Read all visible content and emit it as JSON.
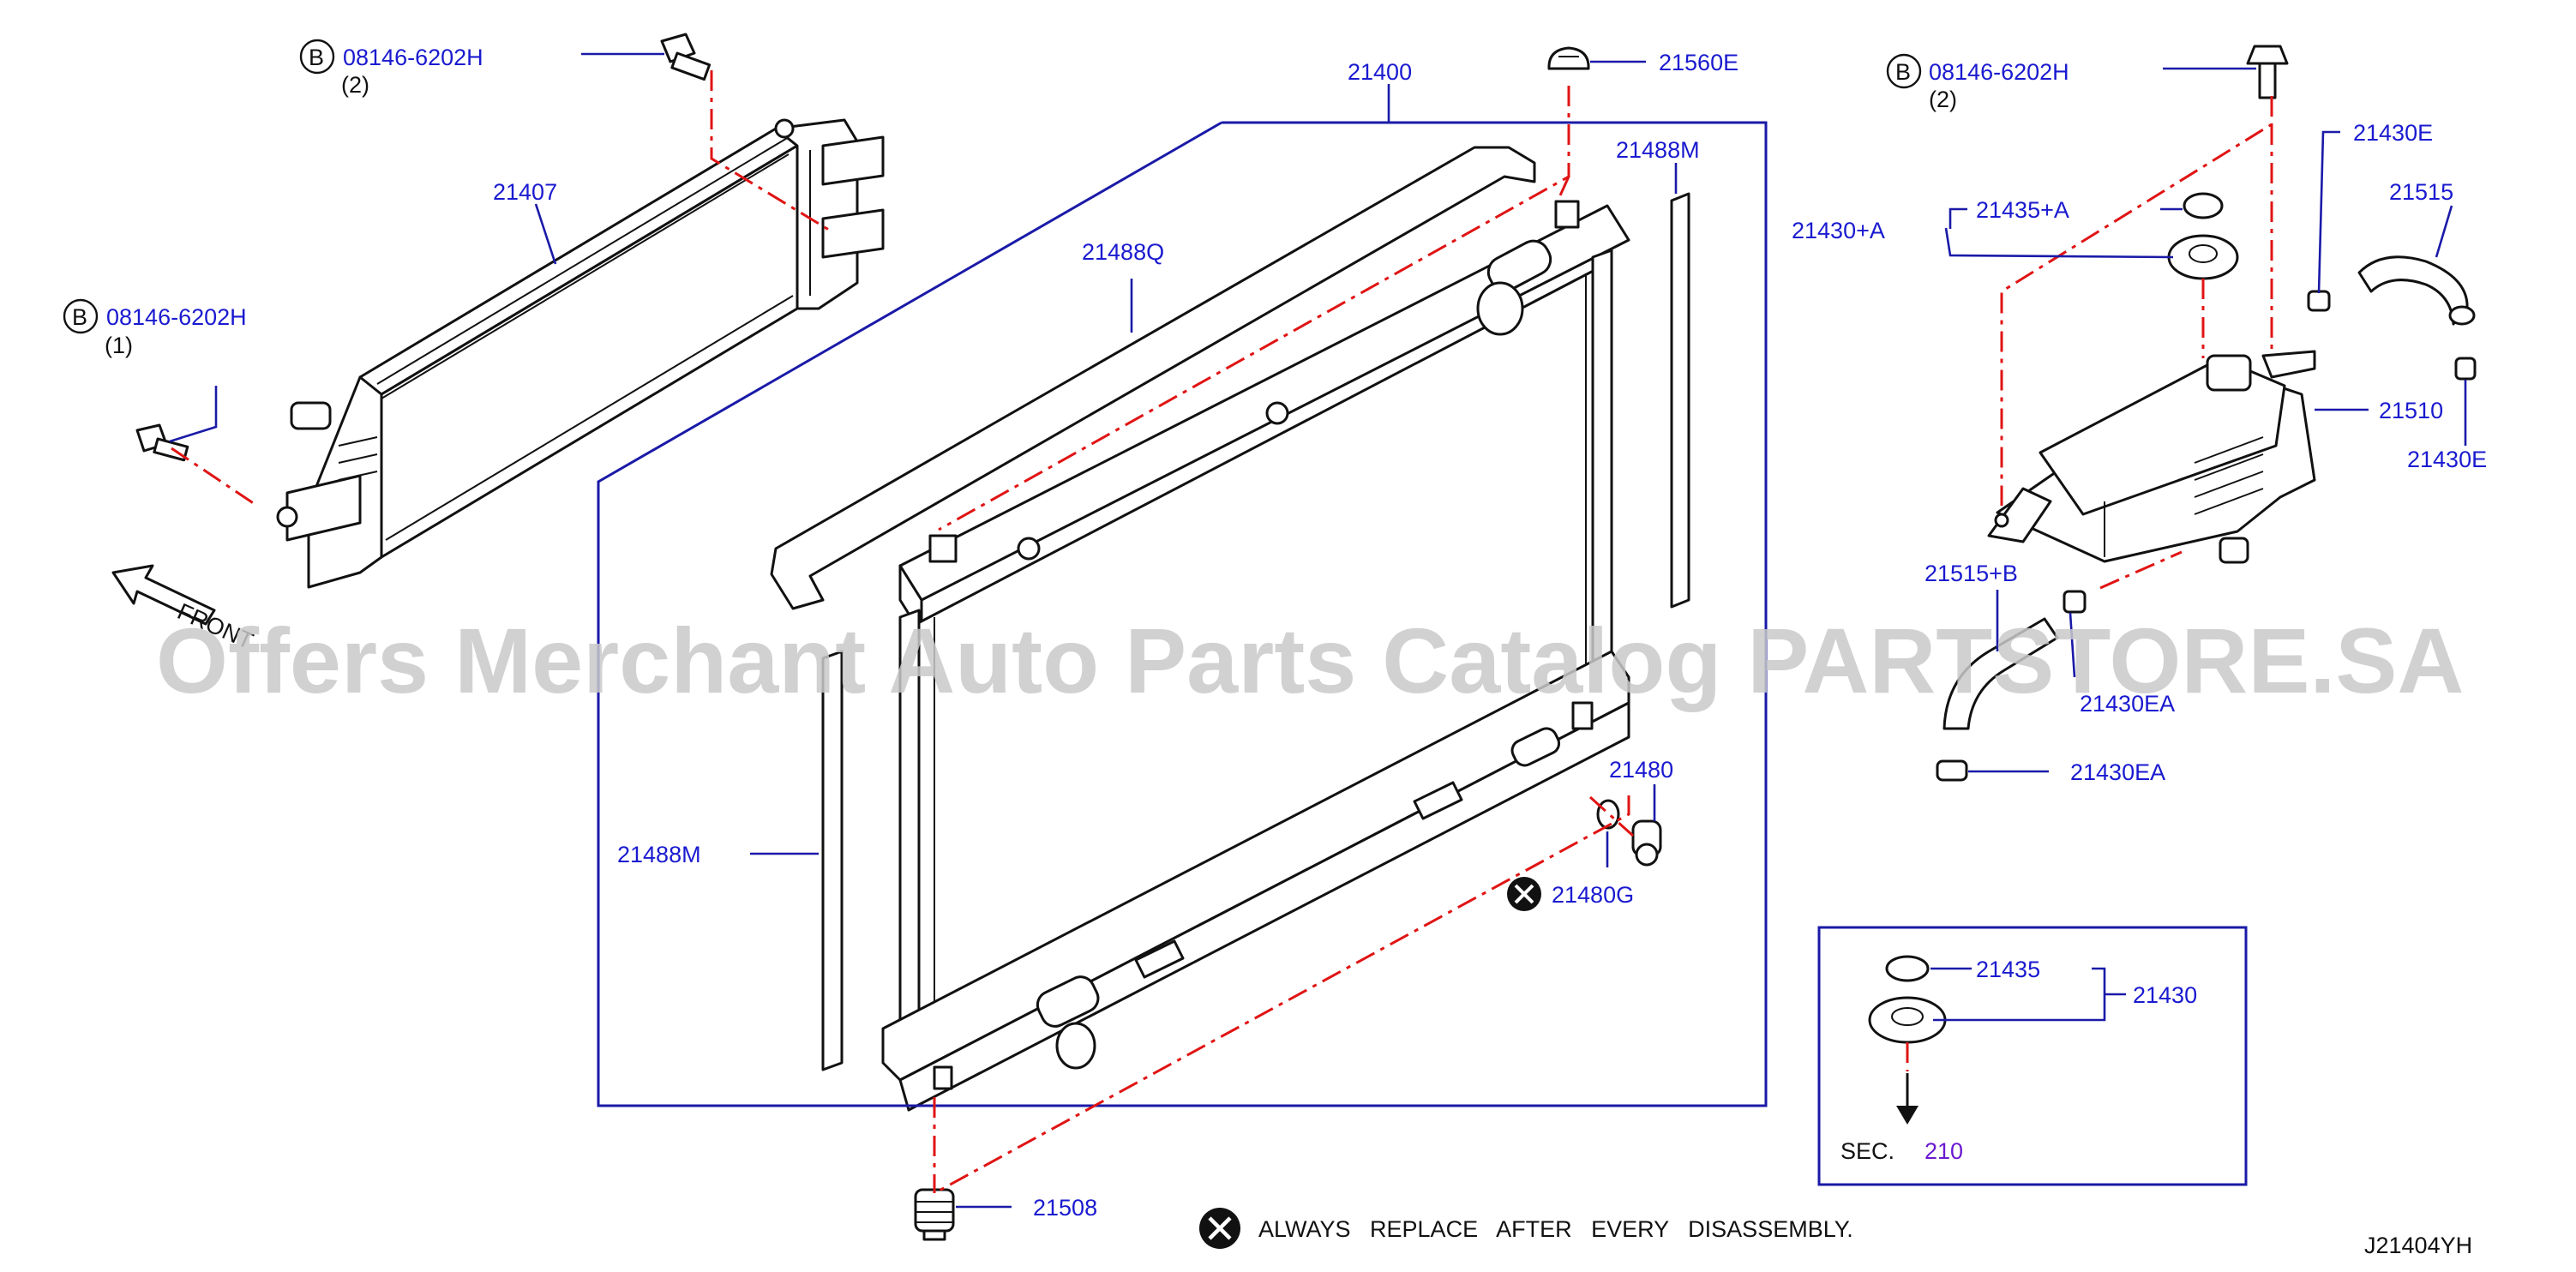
{
  "watermark": "Offers Merchant Auto Parts Catalog PARTSTORE.SA",
  "diagram_id": "J21404YH",
  "note": "ALWAYS   REPLACE   AFTER   EVERY   DISASSEMBLY.",
  "front_label": "FRONT",
  "bolt_symbol": "B",
  "bolts": [
    {
      "part": "08146-6202H",
      "qty": "(2)"
    },
    {
      "part": "08146-6202H",
      "qty": "(1)"
    },
    {
      "part": "08146-6202H",
      "qty": "(2)"
    }
  ],
  "parts": {
    "p21400": "21400",
    "p21407": "21407",
    "p21488Q": "21488Q",
    "p21488M_a": "21488M",
    "p21488M_b": "21488M",
    "p21560E": "21560E",
    "p21480": "21480",
    "p21480G": "21480G",
    "p21508": "21508",
    "p21430A": "21430+A",
    "p21435A": "21435+A",
    "p21430E_a": "21430E",
    "p21430E_b": "21430E",
    "p21515": "21515",
    "p21510": "21510",
    "p21515B": "21515+B",
    "p21430EA_a": "21430EA",
    "p21430EA_b": "21430EA",
    "p21435": "21435",
    "p21430": "21430"
  },
  "inset": {
    "sec_label": "SEC.",
    "sec_ref": "210"
  },
  "colors": {
    "label": "#1a1ad0",
    "leader": "#1a1aa8",
    "dash": "#e01414",
    "line": "#111111"
  }
}
